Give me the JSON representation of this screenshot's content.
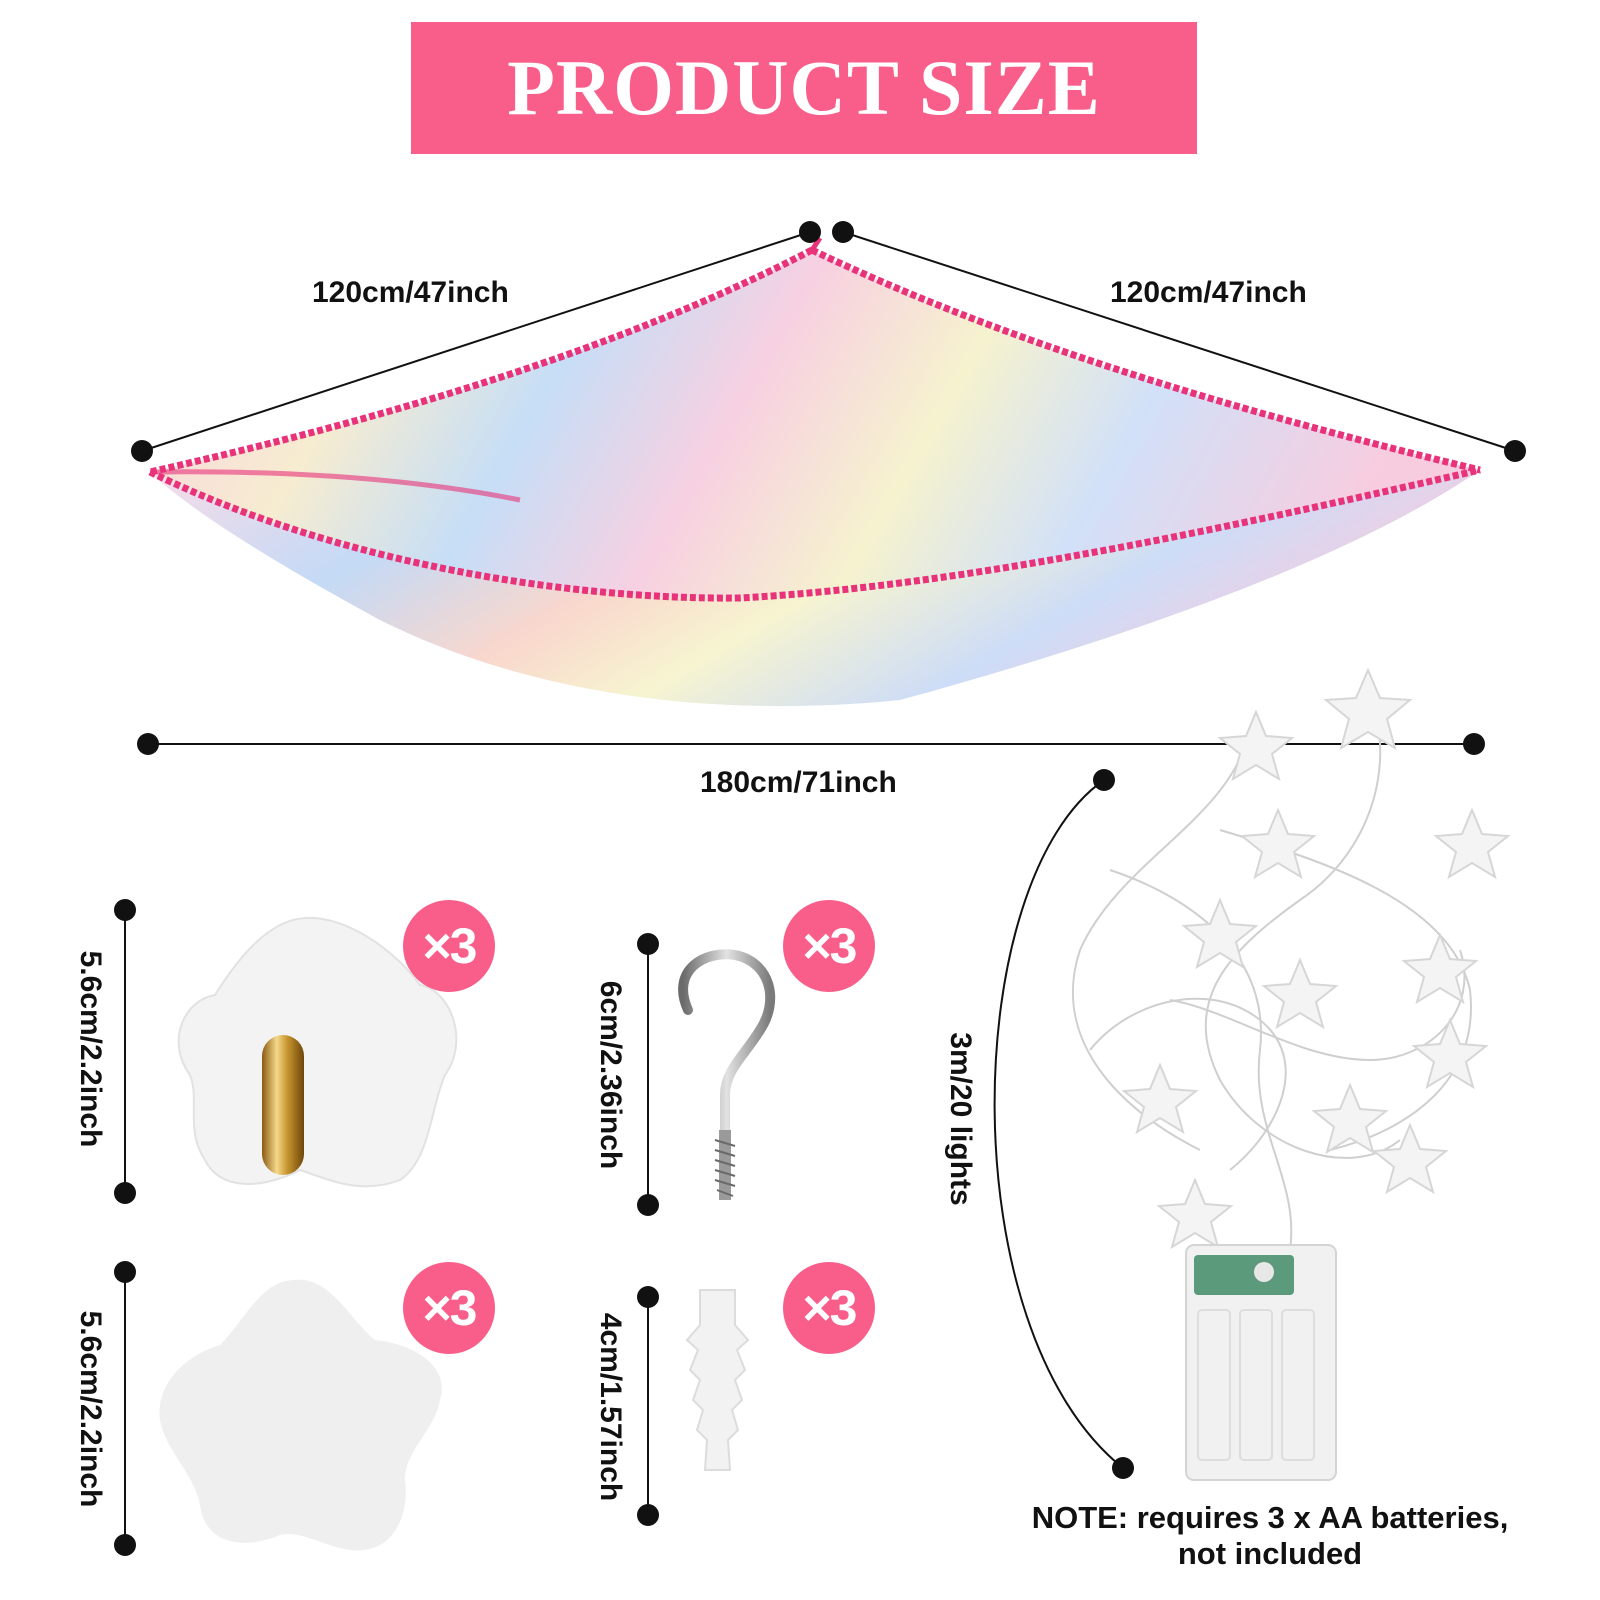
{
  "banner": {
    "title": "PRODUCT SIZE"
  },
  "canopy": {
    "left_side": "120cm/47inch",
    "right_side": "120cm/47inch",
    "width": "180cm/71inch"
  },
  "accessories": [
    {
      "name": "star-adhesive-hook",
      "size": "5.6cm/2.2inch",
      "qty": "×3"
    },
    {
      "name": "star-adhesive-pad",
      "size": "5.6cm/2.2inch",
      "qty": "×3"
    },
    {
      "name": "screw-hook",
      "size": "6cm/2.36inch",
      "qty": "×3"
    },
    {
      "name": "wall-anchor",
      "size": "4cm/1.57inch",
      "qty": "×3"
    }
  ],
  "lights": {
    "length": "3m/20 lights",
    "note_line1": "NOTE: requires 3 x AA batteries,",
    "note_line2": "not included"
  },
  "colors": {
    "accent": "#f95e8a",
    "trim": "#e8327a",
    "text": "#111111"
  }
}
